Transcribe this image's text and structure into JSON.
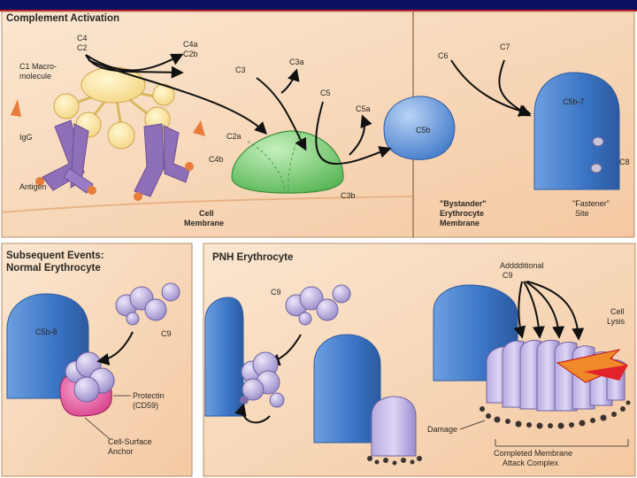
{
  "panels": {
    "activation": {
      "title": "Complement Activation",
      "labels": {
        "c4": "C4",
        "c2": "C2",
        "c4a": "C4a",
        "c2b": "C2b",
        "c1_line1": "C1 Macro-",
        "c1_line2": "molecule",
        "igg": "IgG",
        "antigen": "Antigen",
        "c3": "C3",
        "c3a": "C3a",
        "c5": "C5",
        "c5a": "C5a",
        "c2a": "C2a",
        "c4b": "C4b",
        "c3b": "C3b",
        "cell_membrane_1": "Cell",
        "cell_membrane_2": "Membrane",
        "c5b": "C5b",
        "c6": "C6",
        "c7": "C7",
        "c5b7": "C5b-7",
        "c8": "C8",
        "fastener_1": "\"Fastener\"",
        "fastener_2": "Site",
        "bystander_1": "\"Bystander\"",
        "bystander_2": "Erythrocyte",
        "bystander_3": "Membrane"
      }
    },
    "subsequent": {
      "title_line1": "Subsequent Events:",
      "title_line2": "Normal Erythrocyte",
      "labels": {
        "c5b8": "C5b-8",
        "c9": "C9",
        "protectin_1": "Protectin",
        "protectin_2": "(CD59)",
        "anchor_1": "Cell-Surface",
        "anchor_2": "Anchor"
      }
    },
    "pnh": {
      "title": "PNH Erythrocyte",
      "labels": {
        "c9": "C9",
        "additional_1": "Adddditional",
        "additional_2": "C9",
        "lysis_1": "Cell",
        "lysis_2": "Lysis",
        "damage": "Damage",
        "mac_1": "Completed Membrane",
        "mac_2": "Attack Complex"
      }
    }
  },
  "colors": {
    "panel_bg": "#f7d6b4",
    "panel_bg_light": "#fae4cc",
    "c5b_blue": "#3f78c8",
    "c9_purple": "#a99bd3",
    "c3b_green": "#7fd07a",
    "protectin_pink": "#e0509a",
    "igg_purple": "#8e6fb8",
    "c1_yellow": "#fbe6a2",
    "antigen_orange": "#e87c3a",
    "slide_navy": "#0b1060",
    "slide_red": "#c4121a"
  }
}
